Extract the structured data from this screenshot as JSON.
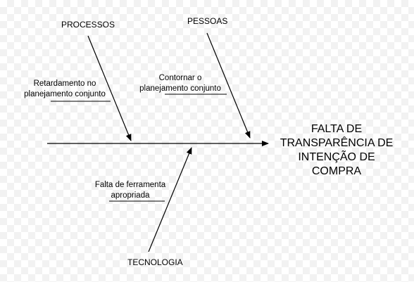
{
  "effect": {
    "lines": [
      "FALTA DE",
      "TRANSPARÊNCIA DE",
      "INTENÇÃO DE",
      "COMPRA"
    ]
  },
  "categories": {
    "processos": "PROCESSOS",
    "pessoas": "PESSOAS",
    "tecnologia": "TECNOLOGIA"
  },
  "causes": {
    "processos": [
      "Retardamento no",
      "planejamento conjunto"
    ],
    "pessoas": [
      "Contornar o",
      "planejamento conjunto"
    ],
    "tecnologia": [
      "Falta de ferramenta",
      "apropriada"
    ]
  }
}
